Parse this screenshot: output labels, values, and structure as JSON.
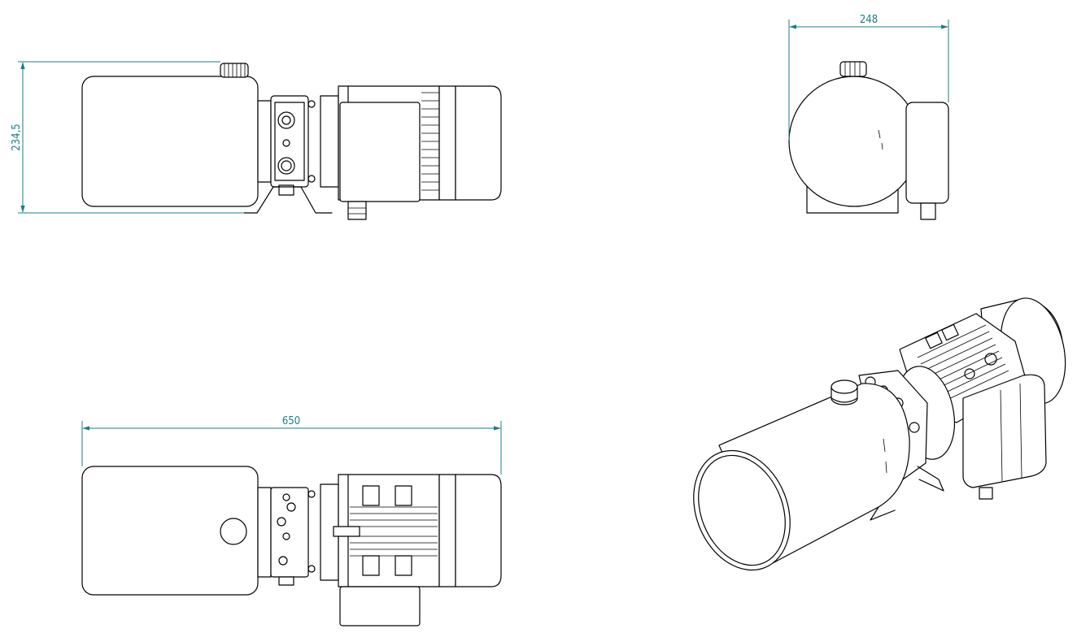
{
  "dimensions": {
    "height_label": "234,5",
    "width_side_label": "248",
    "length_label": "650"
  },
  "colors": {
    "dimension": "#1a7f86",
    "line": "#000000",
    "background": "#ffffff"
  }
}
